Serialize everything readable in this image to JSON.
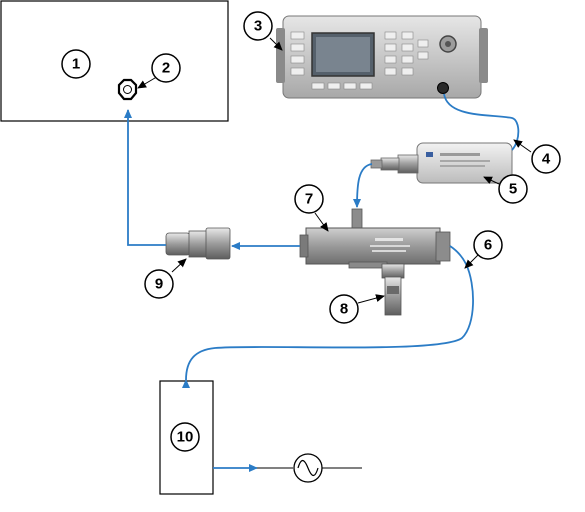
{
  "callouts": [
    "1",
    "2",
    "3",
    "4",
    "5",
    "6",
    "7",
    "8",
    "9",
    "10"
  ],
  "colors": {
    "cable": "#2b7cc6",
    "outline": "#000000",
    "meter_body": "#c9c9c9",
    "sensor_body": "#e2e2e2",
    "coupler_body": "#a9a9a9",
    "adapter_body": "#b8b8b8"
  },
  "devices": {
    "box_1": "receiver-box",
    "meter_3": "power-meter",
    "sensor_5": "power-sensor",
    "coupler_7": "directional-coupler",
    "load_8": "termination-load",
    "adapter_9": "adapter",
    "box_10": "signal-source-box",
    "source_symbol": "ac-source-icon"
  }
}
